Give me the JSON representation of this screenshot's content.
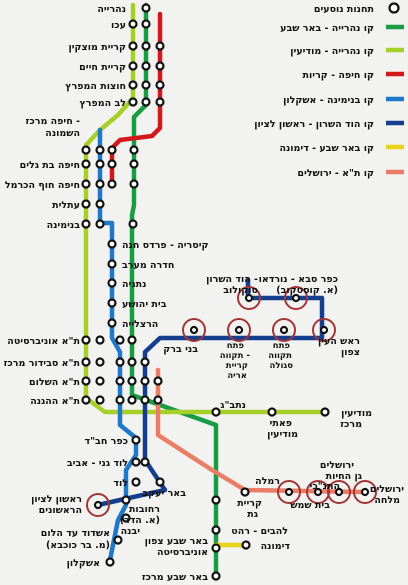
{
  "legend": {
    "station_label": "תחנות נוסעים",
    "lines": [
      {
        "label": "קו נהרייה - באר שבע",
        "color": "#1a9c45"
      },
      {
        "label": "קו נהרייה - מודיעין",
        "color": "#a7cf2a"
      },
      {
        "label": "קו חיפה - קריות",
        "color": "#d3181c"
      },
      {
        "label": "קו בנימינה - אשקלון",
        "color": "#1f78c8"
      },
      {
        "label": "קו הוד השרון - ראשון לציון",
        "color": "#163e8f"
      },
      {
        "label": "קו באר שבע - דימונה",
        "color": "#e9d21a"
      },
      {
        "label": "קו ת\"א - ירושלים",
        "color": "#e97d65"
      }
    ]
  },
  "stations": {
    "nahariya": "נהרייה",
    "akko": "עכו",
    "kiryat_motzkin": "קריית מוצקין",
    "kiryat_haim": "קריית חיים",
    "hutzot_hamifratz": "חוצות המפרץ",
    "lev_hamifratz": "לב המפרץ",
    "haifa_merkaz_line1": "חיפה מרכז -",
    "haifa_merkaz_line2": "השמונה",
    "haifa_bat_galim": "חיפה בת גלים",
    "haifa_hof_hacarmel": "חיפה חוף הכרמל",
    "atlit": "עתלית",
    "binyamina": "בנימינה",
    "caesarea": "קיסריה - פרדס חנה",
    "hadera": "חדרה מערב",
    "netanya": "נתניה",
    "beit_yehoshua": "בית יהושע",
    "herzliya": "הרצלייה",
    "kfar_saba_line1": "כפר סבא - נורדאו",
    "kfar_saba_line2": "(א. קוסטקוב)",
    "hod_hasharon_line1": "הוד השרון -",
    "hod_hasharon_line2": "סוקולוב",
    "rosh_haayin_line1": "ראש העין",
    "rosh_haayin_line2": "צפון",
    "bnei_brak": "בני ברק",
    "petah_tikva_kiryat_arye_l1": "פתח",
    "petah_tikva_kiryat_arye_l2": "תקווה -",
    "petah_tikva_kiryat_arye_l3": "קריית",
    "petah_tikva_kiryat_arye_l4": "אריה",
    "petah_tikva_segula_l1": "פתח",
    "petah_tikva_segula_l2": "תקווה",
    "petah_tikva_segula_l3": "סגולה",
    "ta_university": "ת\"א אוניברסיטה",
    "ta_savidor": "ת\"א סבידור מרכז",
    "ta_hashalom": "ת\"א השלום",
    "ta_hahagana": "ת\"א ההגנה",
    "natbag": "נתב\"ג",
    "paatei_modiin_l1": "פאתי",
    "paatei_modiin_l2": "מודיעין",
    "modiin_merkaz_l1": "מודיעין",
    "modiin_merkaz_l2": "מרכז",
    "kfar_habad": "כפר חב\"ד",
    "lod_ganei_aviv": "לוד גני - אביב",
    "lod": "לוד",
    "rishon_letzion_l1": "ראשון לציון",
    "rishon_letzion_l2": "הראשונים",
    "beer_yaakov": "באר יעקב",
    "rehovot_l1": "רחובות",
    "rehovot_l2": "(א. הדר)",
    "yavne": "יבנה",
    "ashdod_l1": "אשדוד עד הלום",
    "ashdod_l2": "(מ. בר כוכבא)",
    "ashkelon": "אשקלון",
    "ramla": "רמלה",
    "kiryat_gat_l1": "קריית",
    "kiryat_gat_l2": "גת",
    "jerusalem_gan_l1": "ירושלים",
    "jerusalem_gan_l2": "גן החיות",
    "jerusalem_gan_l3": "התנ\"כי",
    "jerusalem_malha_l1": "ירושלים",
    "jerusalem_malha_l2": "מלחה",
    "beit_shemesh": "בית שמש",
    "lehavim": "להבים - רהט",
    "beer_sheva_north_l1": "באר שבע צפון",
    "beer_sheva_north_l2": "אוניברסיטה",
    "beer_sheva_center": "באר שבע מרכז",
    "dimona": "דימונה"
  }
}
